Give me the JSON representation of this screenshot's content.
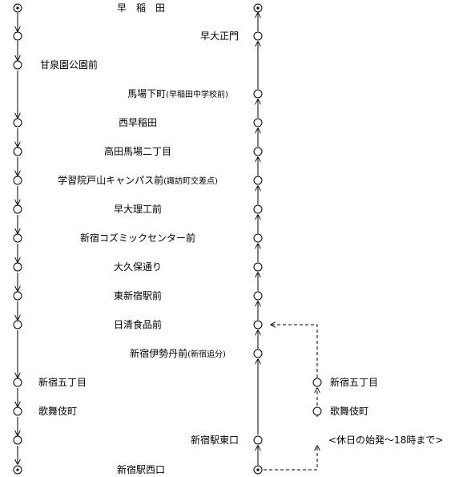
{
  "stops": [
    {
      "id": "waseda",
      "label": "早　稲　田",
      "sub": ""
    },
    {
      "id": "sodai-seimon",
      "label": "早大正門",
      "sub": ""
    },
    {
      "id": "kansenen-koen-mae",
      "label": "甘泉園公園前",
      "sub": ""
    },
    {
      "id": "babashitacho",
      "label": "馬場下町",
      "sub": "(早稲田中学校前)"
    },
    {
      "id": "nishi-waseda",
      "label": "西早稲田",
      "sub": ""
    },
    {
      "id": "takadanobaba-2",
      "label": "高田馬場二丁目",
      "sub": ""
    },
    {
      "id": "gakushuin-toyama",
      "label": "学習院戸山キャンパス前",
      "sub": "(諏訪町交差点)"
    },
    {
      "id": "sodai-riko-mae",
      "label": "早大理工前",
      "sub": ""
    },
    {
      "id": "shinjuku-cosmic-center",
      "label": "新宿コズミックセンター前",
      "sub": ""
    },
    {
      "id": "okubo-dori",
      "label": "大久保通り",
      "sub": ""
    },
    {
      "id": "higashi-shinjuku",
      "label": "東新宿駅前",
      "sub": ""
    },
    {
      "id": "nissin-foods",
      "label": "日清食品前",
      "sub": ""
    },
    {
      "id": "shinjuku-isetan",
      "label": "新宿伊勢丹前",
      "sub": "(新宿追分)"
    },
    {
      "id": "shinjuku-5",
      "label": "新宿五丁目",
      "sub": ""
    },
    {
      "id": "kabukicho",
      "label": "歌舞伎町",
      "sub": ""
    },
    {
      "id": "shinjuku-east",
      "label": "新宿駅東口",
      "sub": ""
    },
    {
      "id": "shinjuku-west",
      "label": "新宿駅西口",
      "sub": ""
    }
  ],
  "branch": {
    "shinjuku_5": "新宿五丁目",
    "kabukicho": "歌舞伎町",
    "note": "<休日の始発～18時まで>"
  }
}
